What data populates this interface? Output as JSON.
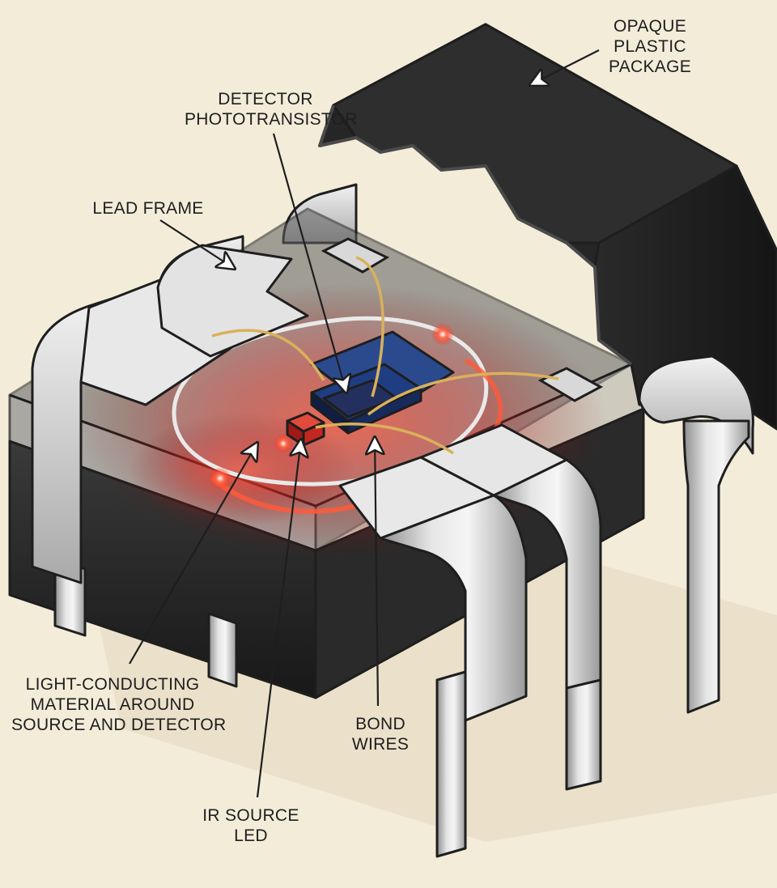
{
  "labels": {
    "opaque_package": [
      "OPAQUE",
      "PLASTIC",
      "PACKAGE"
    ],
    "detector": [
      "DETECTOR",
      "PHOTOTRANSISTOR"
    ],
    "lead_frame": [
      "LEAD FRAME"
    ],
    "light_conducting": [
      "LIGHT-CONDUCTING",
      "MATERIAL AROUND",
      "SOURCE AND DETECTOR"
    ],
    "bond_wires": [
      "BOND",
      "WIRES"
    ],
    "ir_source": [
      "IR SOURCE",
      "LED"
    ]
  },
  "colors": {
    "background": "#f3ecd9",
    "package_body": "#232323",
    "lead_metal": "#c9c9c9",
    "ir_glow": "#ff3a2a",
    "detector_chip": "#2b4a8e",
    "led_chip": "#c2281f",
    "bond_wire": "#d9b15a"
  }
}
